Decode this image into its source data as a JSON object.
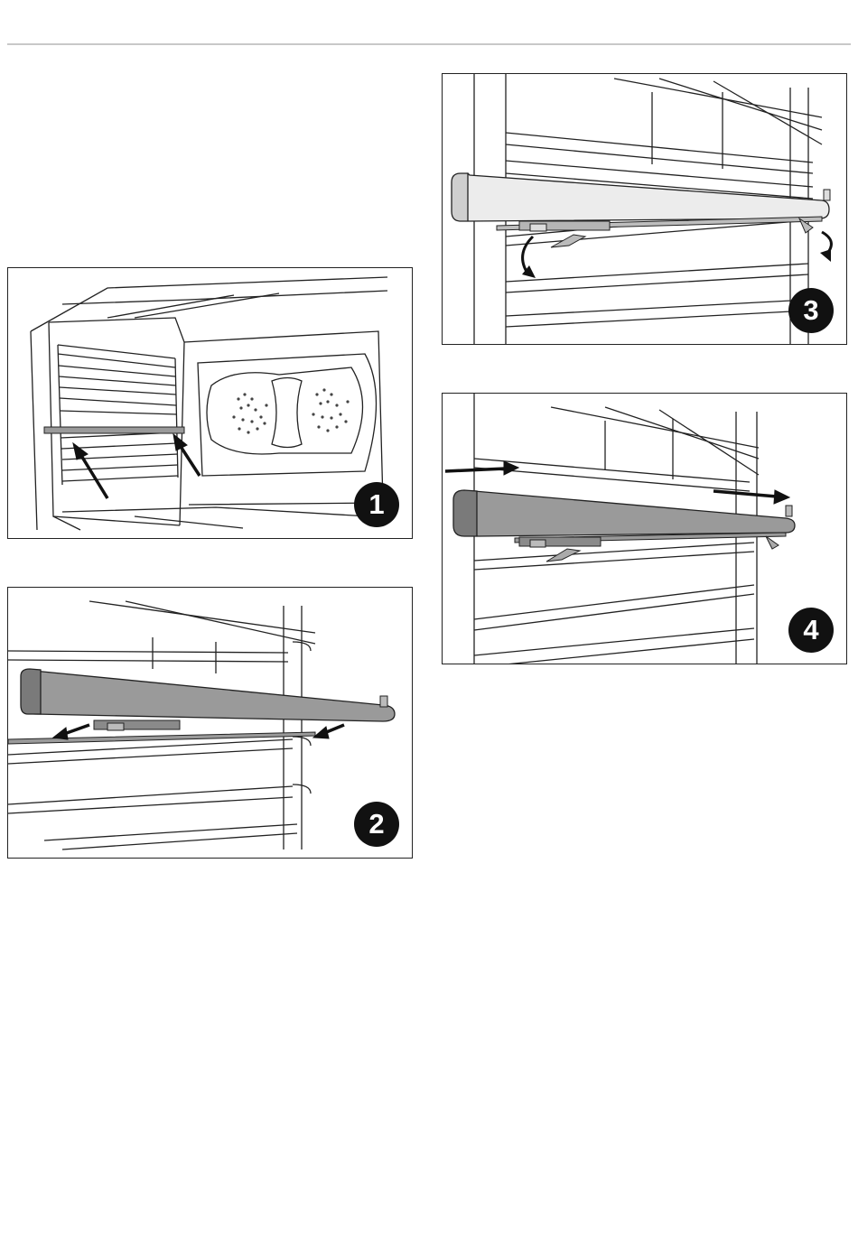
{
  "steps": [
    {
      "number": "1",
      "icon": "oven-interior-rack-illustration"
    },
    {
      "number": "2",
      "icon": "telescopic-runner-detach-illustration"
    },
    {
      "number": "3",
      "icon": "runner-clip-release-illustration"
    },
    {
      "number": "4",
      "icon": "runner-attach-illustration"
    }
  ],
  "colors": {
    "line": "#222222",
    "rail": "#9a9a9a",
    "rail_dark": "#6e6e6e",
    "badge": "#111111"
  }
}
